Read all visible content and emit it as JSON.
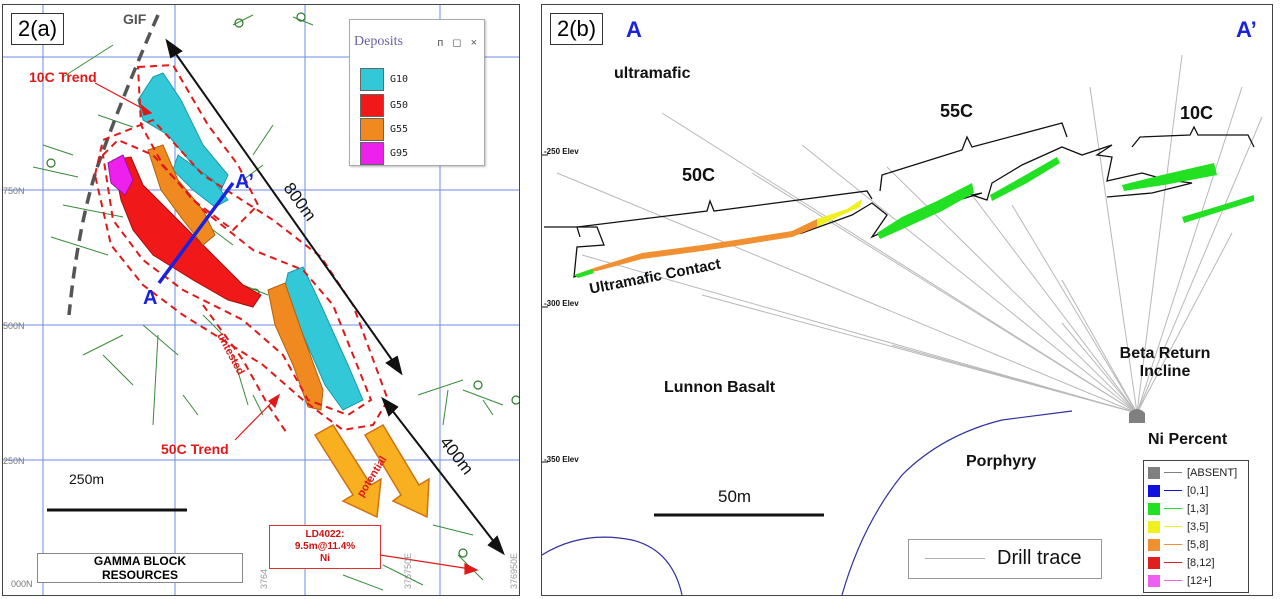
{
  "panel_a": {
    "label": "2(a)",
    "legend": {
      "title": "Deposits",
      "controls": "ᴨ ◻ ×",
      "items": [
        {
          "name": "G10",
          "color": "#33c8d8"
        },
        {
          "name": "G50",
          "color": "#f01818"
        },
        {
          "name": "G55",
          "color": "#f08a20"
        },
        {
          "name": "G95",
          "color": "#ee20ee"
        }
      ]
    },
    "gif_label": "GIF",
    "trend_10c": "10C Trend",
    "trend_50c": "50C Trend",
    "untested": "untested",
    "potential": "potential",
    "dist_800": "800m",
    "dist_400": "400m",
    "section_a": "A",
    "section_a_prime": "A’",
    "scale_label": "250m",
    "grid_labels": [
      "750N",
      "500N",
      "250N",
      "000N"
    ],
    "easting_labels": [
      "3764",
      "376750E",
      "376950E"
    ],
    "ld_box": {
      "line1": "LD4022:",
      "line2": "9.5m@11.4%",
      "line3": "Ni"
    },
    "resources": {
      "line1": "GAMMA BLOCK",
      "line2": "RESOURCES"
    },
    "colors": {
      "red_annot": "#e01818",
      "blue_section": "#1a22e0"
    }
  },
  "panel_b": {
    "label": "2(b)",
    "section_a": "A",
    "section_a_prime": "A’",
    "ultramafic": "ultramafic",
    "deposit_50c": "50C",
    "deposit_55c": "55C",
    "deposit_10c": "10C",
    "contact_label": "Ultramafic Contact",
    "lunnon": "Lunnon Basalt",
    "porphyry": "Porphyry",
    "beta_line1": "Beta Return",
    "beta_line2": "Incline",
    "elevations": [
      "-250 Elev",
      "-300 Elev",
      "-350 Elev"
    ],
    "scale_label": "50m",
    "drill_trace": "Drill trace",
    "ni_title": "Ni Percent",
    "ni_legend": [
      {
        "label": "[ABSENT]",
        "color": "#808080"
      },
      {
        "label": "[0,1]",
        "color": "#1010e0"
      },
      {
        "label": "[1,3]",
        "color": "#22e022"
      },
      {
        "label": "[3,5]",
        "color": "#f0f020"
      },
      {
        "label": "[5,8]",
        "color": "#f09030"
      },
      {
        "label": "[8,12]",
        "color": "#e02020"
      },
      {
        "label": "[12+]",
        "color": "#f060f0"
      }
    ]
  }
}
